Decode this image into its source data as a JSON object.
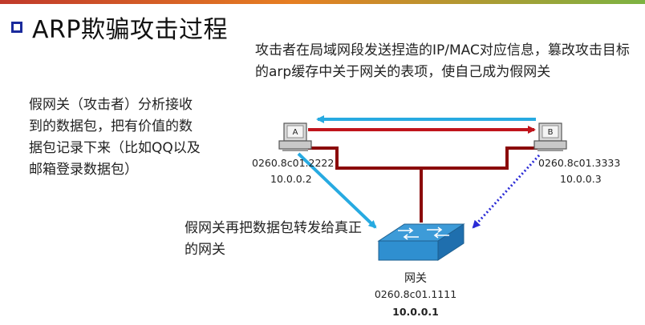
{
  "title": "ARP欺骗攻击过程",
  "annotations": {
    "top_note": "攻击者在局域网段发送捏造的IP/MAC对应信息，篡改攻击目标的arp缓存中关于网关的表项，使自己成为假网关",
    "left_note": "假网关（攻击者）分析接收到的数据包，把有价值的数据包记录下来（比如QQ以及邮箱登录数据包）",
    "middle_note": "假网关再把数据包转发给真正的网关"
  },
  "hosts": {
    "a": {
      "tag": "A",
      "mac": "0260.8c01.2222",
      "ip": "10.0.0.2"
    },
    "b": {
      "tag": "B",
      "mac": "0260.8c01.3333",
      "ip": "10.0.0.3"
    },
    "gateway": {
      "name": "网关",
      "mac": "0260.8c01.1111",
      "ip": "10.0.0.1"
    }
  },
  "colors": {
    "title_marker": "#1a2a9c",
    "cyan_arrow": "#27aae1",
    "red_arrow": "#c0141c",
    "dark_red_link": "#8b0a0a",
    "dotted_arrow": "#2b2bd6",
    "switch_blue": "#2f8fd0"
  }
}
